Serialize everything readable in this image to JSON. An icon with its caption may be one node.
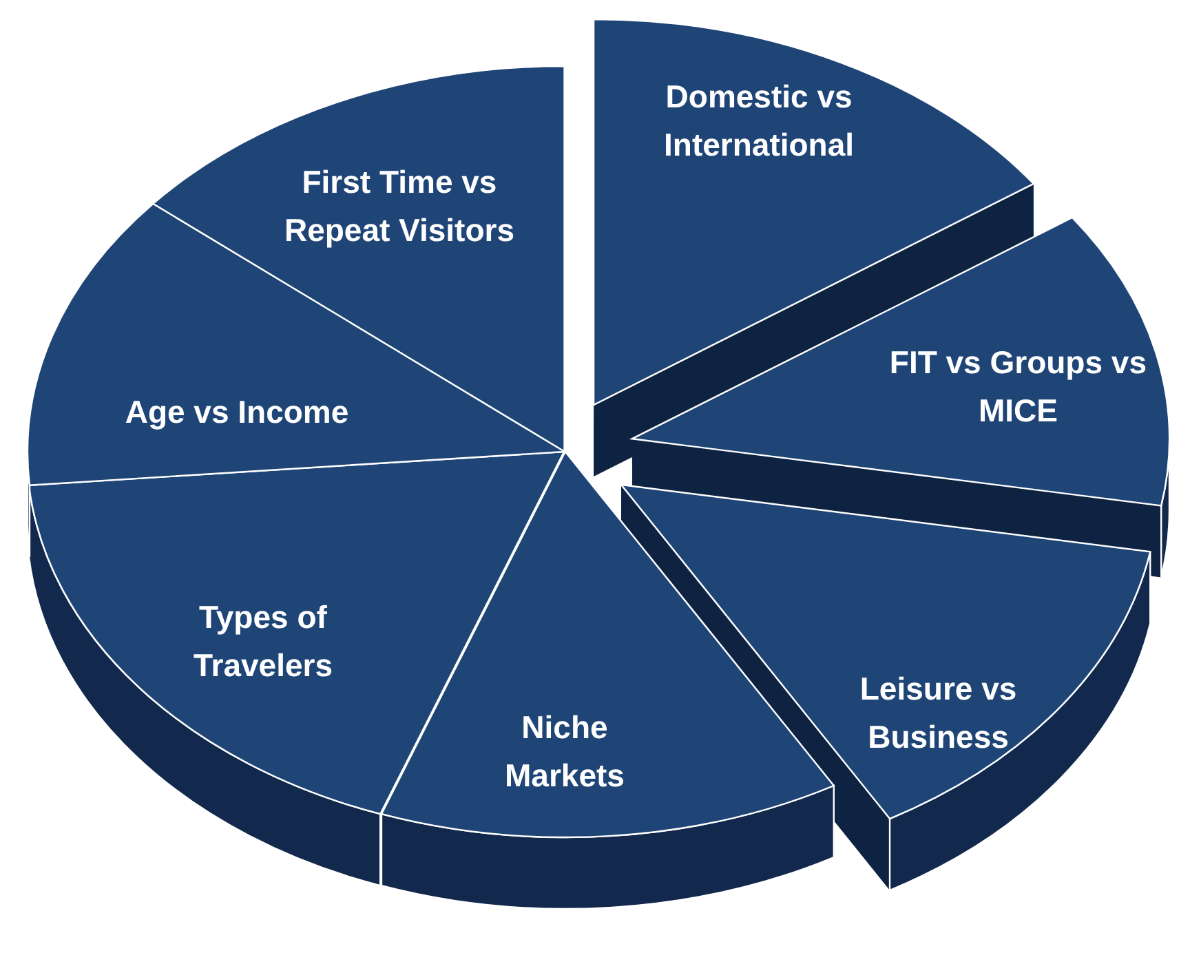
{
  "diagram": {
    "nodes": [
      {
        "text": [
          "First Time vs Repeat Visitors"
        ]
      },
      {
        "text": [
          "Domestic vs International"
        ]
      },
      {
        "text": [
          "FIT vs Groups vs MICE"
        ]
      },
      {
        "text": [
          "Leisure vs Business"
        ]
      },
      {
        "text": [
          "Niche Markets"
        ]
      },
      {
        "text": [
          "Types of Travelers"
        ]
      },
      {
        "text": [
          "Age vs Income"
        ]
      }
    ]
  }
}
